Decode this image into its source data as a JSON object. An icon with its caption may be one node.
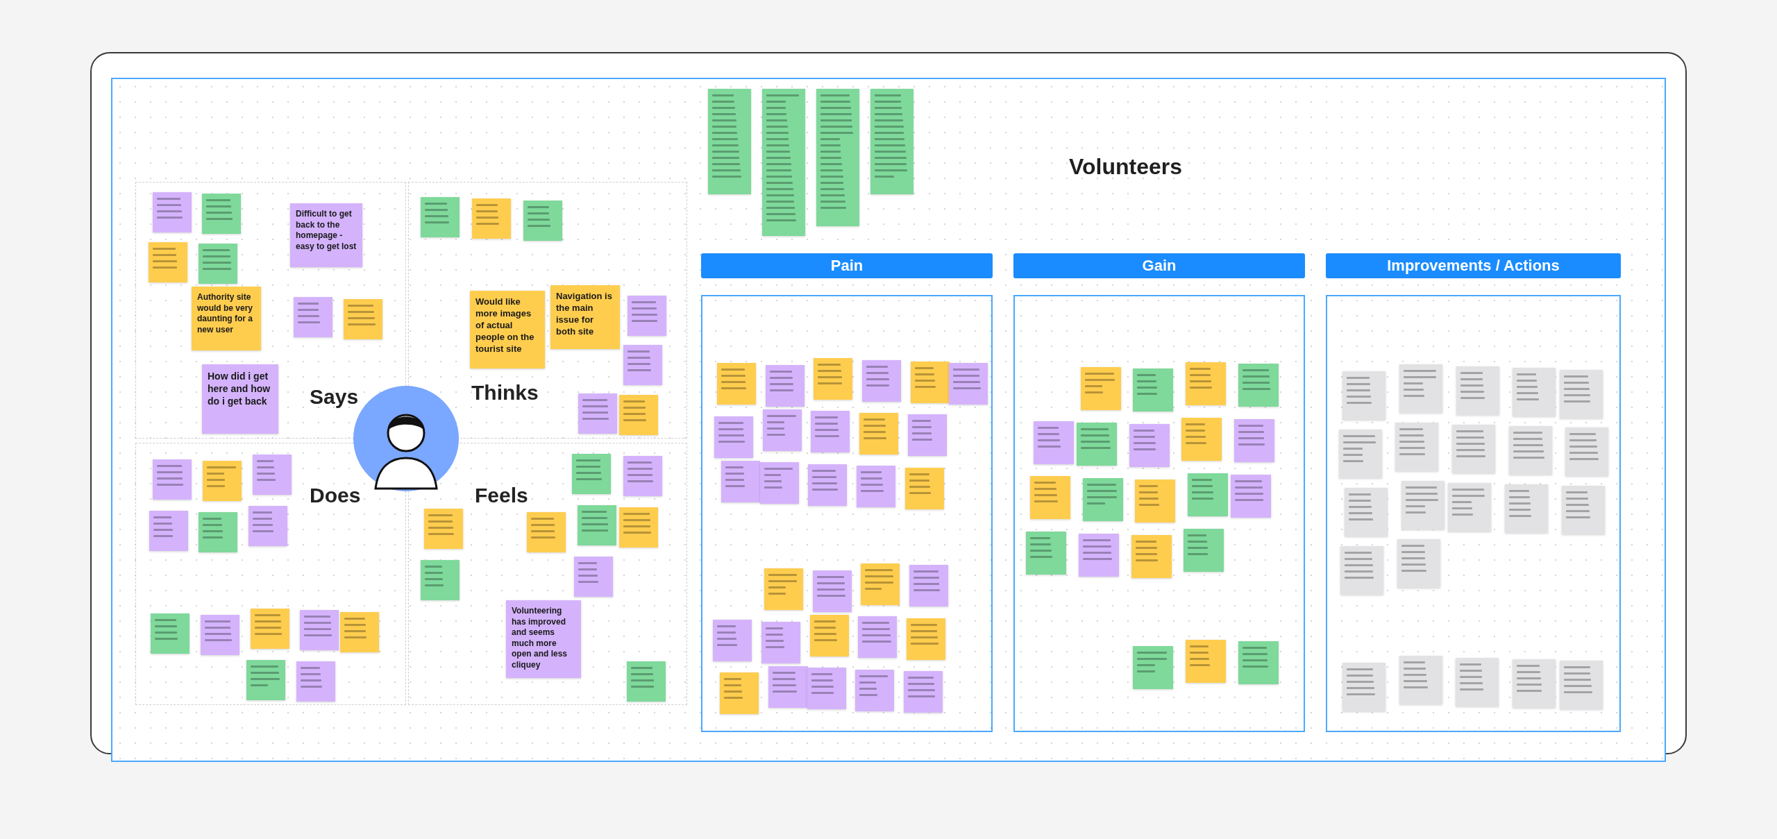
{
  "diagram": {
    "title": "Volunteers",
    "nodes": [
      {
        "text": [
          "Says"
        ]
      },
      {
        "text": [
          "Thinks"
        ]
      },
      {
        "text": [
          "Does"
        ]
      },
      {
        "text": [
          "Feels"
        ]
      },
      {
        "text": [
          "Pain"
        ]
      },
      {
        "text": [
          "Gain"
        ]
      },
      {
        "text": [
          "Improvements / Actions"
        ]
      },
      {
        "text": [
          "How did i get here and how do i get back"
        ],
        "in": 0
      },
      {
        "text": [
          "Authority site would be very daunting for a new user"
        ],
        "in": 0
      },
      {
        "text": [
          "Difficult to get back to the homepage - easy to get lost"
        ],
        "in": 0
      },
      {
        "text": [
          "Would like more images of actual people on the tourist site"
        ],
        "in": 1
      },
      {
        "text": [
          "Navigation is the main issue for both site"
        ],
        "in": 1
      },
      {
        "text": [
          "Volunteering has improved and seems much more open and less cliquey"
        ],
        "in": 3
      }
    ]
  }
}
